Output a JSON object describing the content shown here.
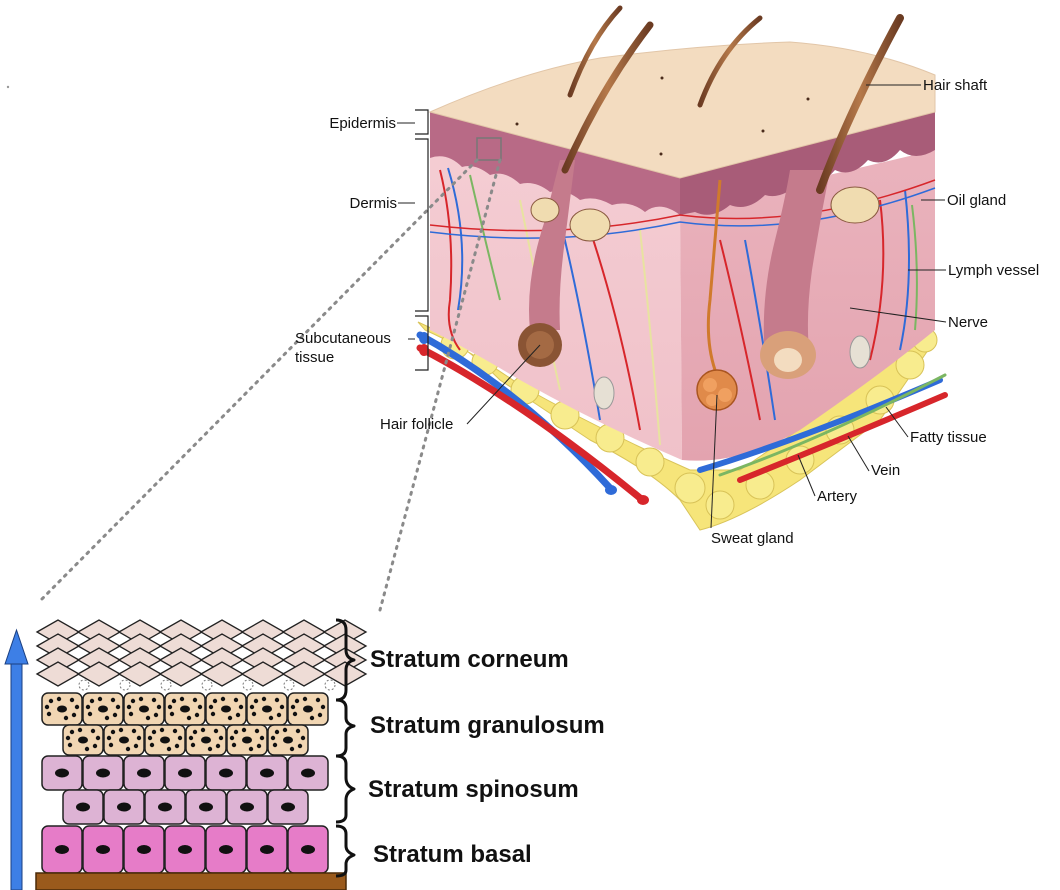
{
  "skin_diagram": {
    "callouts": {
      "epidermis": "Epidermis",
      "dermis": "Dermis",
      "subcutaneous_line1": "Subcutaneous",
      "subcutaneous_line2": "tissue",
      "hair_follicle": "Hair follicle",
      "hair_shaft": "Hair shaft",
      "oil_gland": "Oil gland",
      "lymph_vessel": "Lymph vessel",
      "nerve": "Nerve",
      "fatty_tissue": "Fatty tissue",
      "vein": "Vein",
      "artery": "Artery",
      "sweat_gland": "Sweat gland"
    }
  },
  "epidermis_layers": [
    {
      "label": "Stratum corneum"
    },
    {
      "label": "Stratum granulosum"
    },
    {
      "label": "Stratum spinosum"
    },
    {
      "label": "Stratum basal"
    }
  ],
  "colors": {
    "skin_surface": "#f3dcc0",
    "epidermis": "#b86a86",
    "dermis_face": "#f2c9cf",
    "dermis_side": "#e7a9b4",
    "fat": "#f6e57a",
    "artery": "#d7262b",
    "vein": "#2f6bd8",
    "nerve": "#e8e3a0",
    "lymph": "#7bb662",
    "corneum": "#eedcd6",
    "granulosum": "#f1d6b3",
    "spinosum": "#ddb3d4",
    "basal": "#e67cc8",
    "base": "#9a5a1c",
    "arrow": "#3d7fe6"
  },
  "icons": {
    "growth_arrow": "arrow-up"
  }
}
